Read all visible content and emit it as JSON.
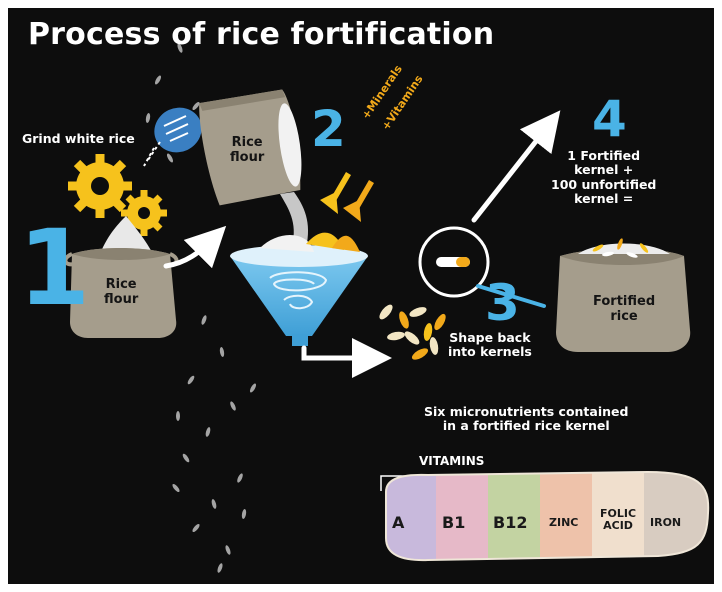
{
  "title": "Process of rice fortification",
  "steps": {
    "n1": "1",
    "n2": "2",
    "n3": "3",
    "n4": "4"
  },
  "labels": {
    "grind": "Grind white rice",
    "bag1": [
      "Rice",
      "flour"
    ],
    "bag2": [
      "Rice",
      "flour"
    ],
    "minerals": "+Minerals",
    "vitamins": "+Vitamins",
    "step4": [
      "1 Fortified",
      "kernel +",
      "100 unfortified",
      "kernel ="
    ],
    "bag3": [
      "Fortified",
      "rice"
    ],
    "shape": [
      "Shape back",
      "into kernels"
    ],
    "six": [
      "Six micronutrients contained",
      "in a fortified rice kernel"
    ]
  },
  "kernel": {
    "group_label": "VITAMINS",
    "segments": [
      {
        "label": "A",
        "color": "#c8b9dc"
      },
      {
        "label": "B1",
        "color": "#e6b9c8"
      },
      {
        "label": "B12",
        "color": "#c3d3a2"
      },
      {
        "label": "ZINC",
        "color": "#eec2aa"
      },
      {
        "label": "FOLIC ACID",
        "color": "#f0dfcd"
      },
      {
        "label": "IRON",
        "color": "#d8ccc1"
      }
    ]
  },
  "colors": {
    "background": "#0d0d0d",
    "accent_blue": "#4ab3e6",
    "gear_yellow": "#f6c21c",
    "sack": "#a59d8c",
    "orange": "#f2a91a"
  },
  "icons": [
    "gear-icon",
    "funnel-icon",
    "magnifier-icon",
    "rice-bowl-icon",
    "sack-icon",
    "arrow-icon"
  ]
}
